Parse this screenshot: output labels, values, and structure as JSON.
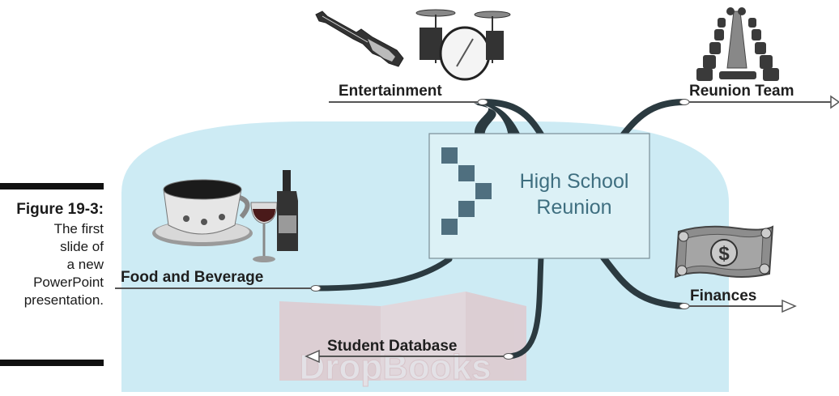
{
  "figure": {
    "label": "Figure 19-3:",
    "caption_lines": [
      "The first",
      "slide of",
      "a new",
      "PowerPoint",
      "presentation."
    ]
  },
  "mind_map": {
    "central_topic_lines": [
      "High School",
      "Reunion"
    ],
    "branches": [
      {
        "label": "Entertainment",
        "icon": "guitar-and-drums-icon"
      },
      {
        "label": "Reunion Team",
        "icon": "conference-table-icon"
      },
      {
        "label": "Food and Beverage",
        "icon": "coffee-and-wine-icon"
      },
      {
        "label": "Finances",
        "icon": "dollar-bill-icon"
      },
      {
        "label": "Student Database",
        "icon": ""
      }
    ]
  },
  "watermark": {
    "text": "DropBooks"
  },
  "colors": {
    "background_panel": "#cdebf4",
    "central_box": "#dcf1f6",
    "central_text": "#3f6f80",
    "steps": "#4f6f7f",
    "branch_curve": "#2b3a40",
    "label_text": "#1f1f1f"
  }
}
